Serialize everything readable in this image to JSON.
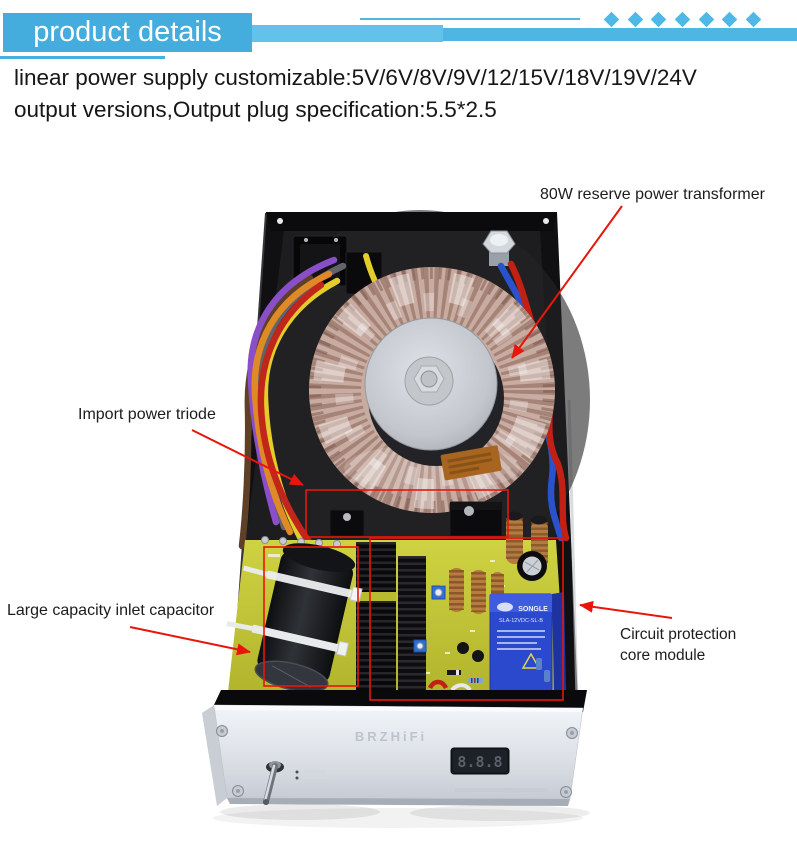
{
  "banner": {
    "title": "product details",
    "ribbon_color": "#45ACDE",
    "bar_color": "#4FB5E2",
    "bar_light_color": "#63C2E9",
    "diamond_color": "#4FB8E6",
    "diamond_count": 7
  },
  "description": {
    "line1": "linear power supply customizable:5V/6V/8V/9V/12/15V/18V/19V/24V",
    "line2": "output versions,Output plug specification:5.5*2.5"
  },
  "callouts": {
    "transformer": "80W reserve power transformer",
    "triode": "Import power triode",
    "inlet_capacitor": "Large capacity inlet capacitor",
    "protection_line1": "Circuit protection",
    "protection_line2": "core module",
    "arrow_color": "#E8150A"
  },
  "device": {
    "brand_label": "BRZHiFi",
    "display_value": "8.8.8",
    "relay": {
      "brand": "SONGLE",
      "model": "SLA-12VDC-SL-B"
    },
    "pcb_color": "#C6C93C",
    "relay_color": "#2B49CC"
  }
}
